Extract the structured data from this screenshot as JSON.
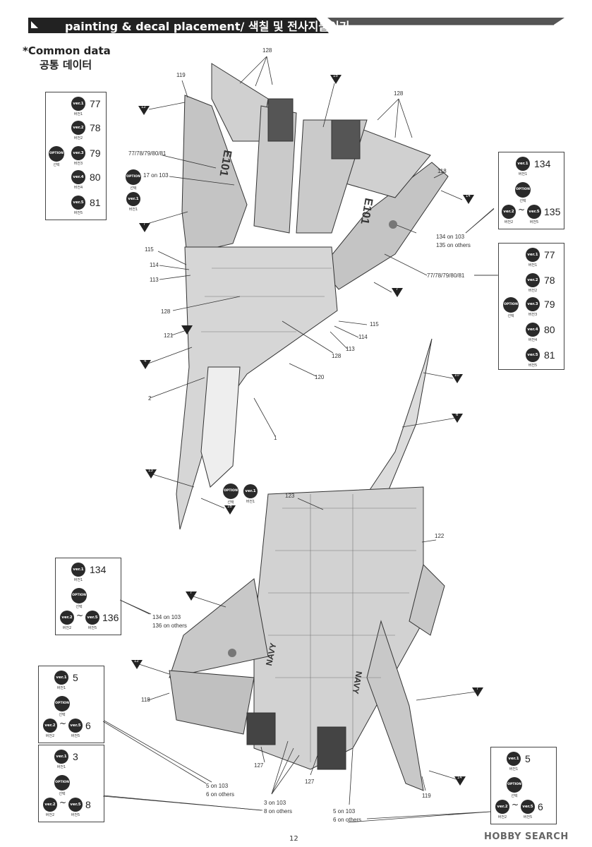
{
  "header": {
    "title": "painting & decal placement/ 색칠 및 전사지붙이기"
  },
  "common": {
    "en": "*Common data",
    "ko": "공통 데이터"
  },
  "badges": {
    "ver1": "ver.1",
    "ver2": "ver.2",
    "ver3": "ver.3",
    "ver4": "ver.4",
    "ver5": "ver.5",
    "option": "OPTION"
  },
  "subs": {
    "v1": "버전1",
    "v2": "버전2",
    "v3": "버전3",
    "v4": "버전4",
    "v5": "버전5",
    "opt": "선택"
  },
  "tilde": "~",
  "box_a": {
    "n1": "77",
    "n2": "78",
    "n3": "79",
    "n4": "80",
    "n5": "81"
  },
  "box_b": {
    "n1": "134",
    "n2": "135"
  },
  "box_c": {
    "n1": "77",
    "n2": "78",
    "n3": "79",
    "n4": "80",
    "n5": "81"
  },
  "box_d": {
    "n1": "134",
    "n2": "136"
  },
  "box_e": {
    "n1": "5",
    "n2": "6"
  },
  "box_f": {
    "n1": "3",
    "n2": "8"
  },
  "box_g": {
    "n1": "5",
    "n2": "6"
  },
  "labels": {
    "l128a": "128",
    "l119a": "119",
    "l12a": "12",
    "l15": "15",
    "l128b": "128",
    "l7781a": "77/78/79/80/81",
    "l17on103": "17 on 103",
    "l118a": "118",
    "l14a": "14",
    "l7a": "7",
    "l115a": "115",
    "l114a": "114",
    "l113a": "113",
    "l134on103": "134 on 103",
    "l135others": "135 on others",
    "l7781b": "77/78/79/80/81",
    "l128c": "128",
    "l121": "121",
    "l7b": "7",
    "l115b": "115",
    "l114b": "114",
    "l113b": "113",
    "l128d": "128",
    "l4": "4",
    "l120": "120",
    "l2": "2",
    "l1": "1",
    "l10": "10",
    "l6": "6",
    "l13": "13",
    "l16": "16",
    "l123": "123",
    "l122": "122",
    "l7c": "7",
    "l134on103b": "134 on 103",
    "l136others": "136 on others",
    "l12b": "12",
    "l118b": "118",
    "l7d": "7",
    "l127a": "127",
    "l127b": "127",
    "l5on103a": "5 on 103",
    "l6othersa": "6 on others",
    "l3on103": "3 on 103",
    "l8others": "8 on others",
    "l5on103b": "5 on 103",
    "l6othersb": "6 on others",
    "l14b": "14",
    "l119b": "119"
  },
  "aircraft_marks": {
    "modex_top": "E101",
    "modex_wing": "E101",
    "navy_a": "NAVY",
    "navy_b": "NAVY"
  },
  "page_number": "12",
  "watermark": "HOBBY SEARCH"
}
